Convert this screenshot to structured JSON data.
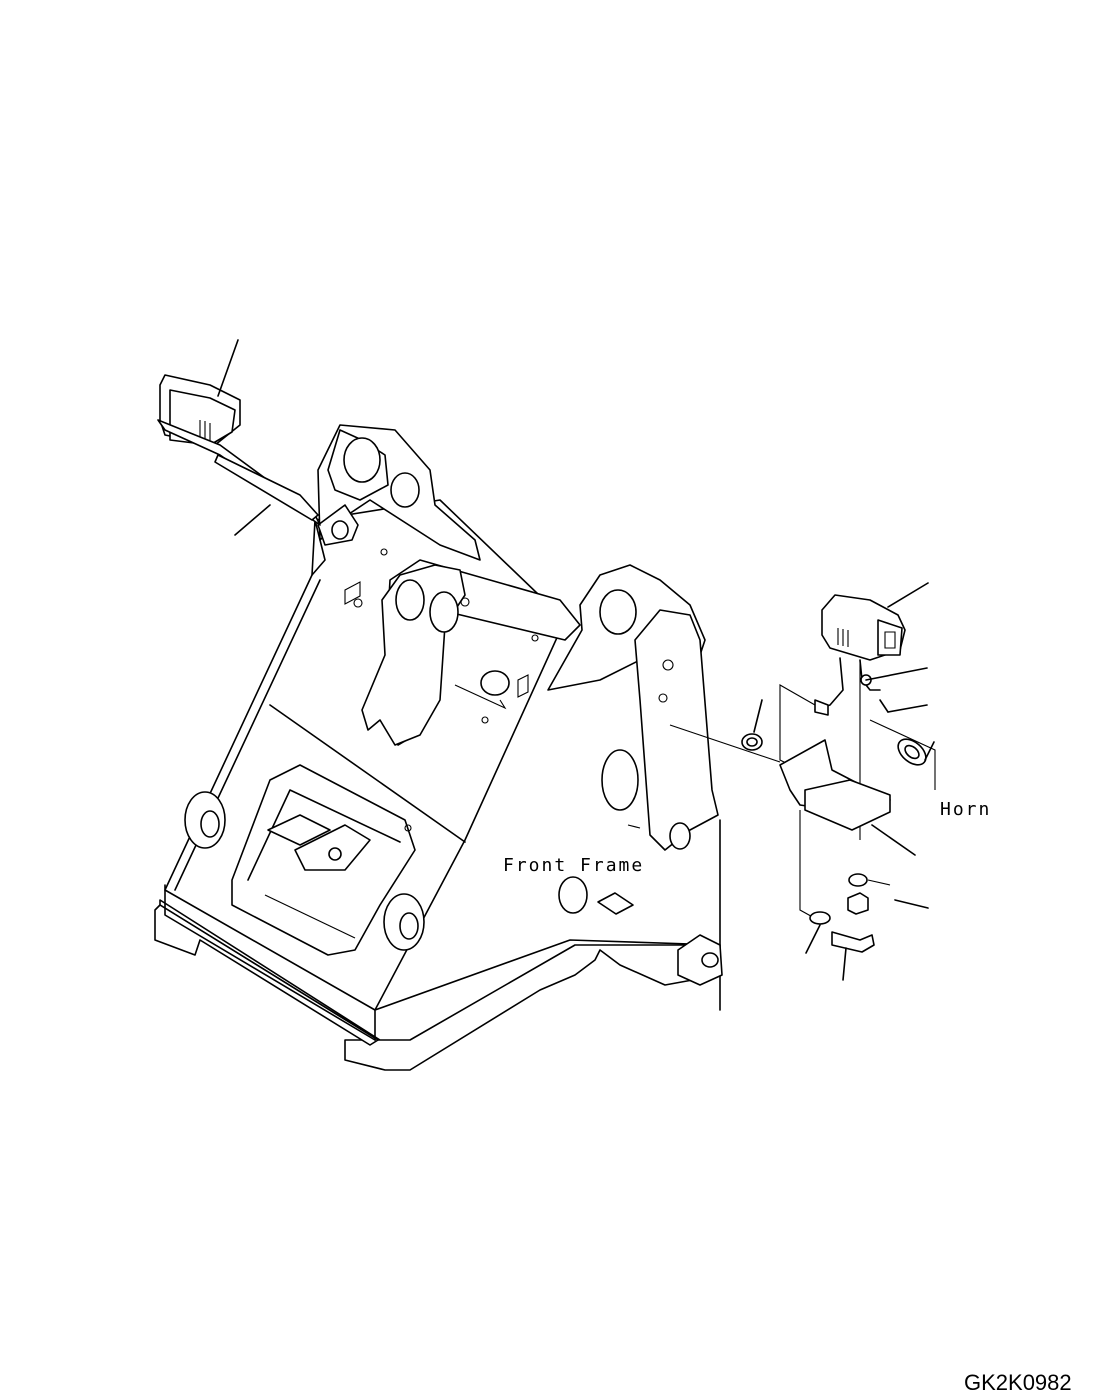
{
  "diagram": {
    "labels": {
      "front_frame": "Front Frame",
      "horn": "Horn"
    },
    "drawing_code": "GK2K0982"
  }
}
